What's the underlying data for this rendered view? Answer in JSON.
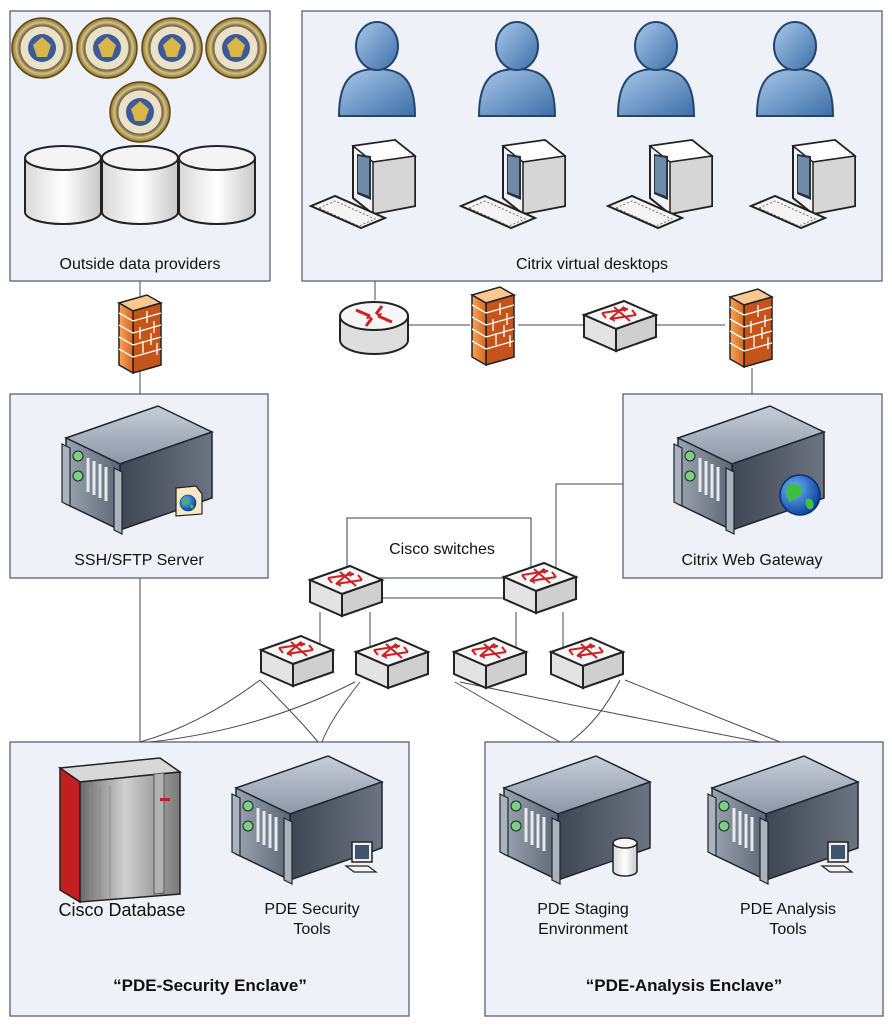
{
  "labels": {
    "outside_providers": "Outside data providers",
    "citrix_desktops": "Citrix virtual desktops",
    "ssh_server": "SSH/SFTP Server",
    "citrix_gateway": "Citrix Web Gateway",
    "cisco_switches": "Cisco switches",
    "cisco_database": "Cisco Database",
    "pde_security_tools_1": "PDE Security",
    "pde_security_tools_2": "Tools",
    "pde_staging_1": "PDE Staging",
    "pde_staging_2": "Environment",
    "pde_analysis_tools_1": "PDE Analysis",
    "pde_analysis_tools_2": "Tools",
    "security_enclave": "“PDE-Security Enclave”",
    "analysis_enclave": "“PDE-Analysis Enclave”"
  },
  "icons": {
    "seal": "dod-seal-icon",
    "database": "database-cylinder-icon",
    "user": "user-icon",
    "workstation": "workstation-icon",
    "router": "router-icon",
    "firewall": "firewall-icon",
    "switch": "switch-icon",
    "server": "server-icon",
    "mainframe": "mainframe-icon",
    "globe": "globe-icon"
  },
  "colors": {
    "box_fill": "#eef1f8",
    "user_blue": "#5b8fc8",
    "firewall_orange": "#f08a3a",
    "switch_red": "#cc2222",
    "mainframe_red": "#c41e1e"
  }
}
